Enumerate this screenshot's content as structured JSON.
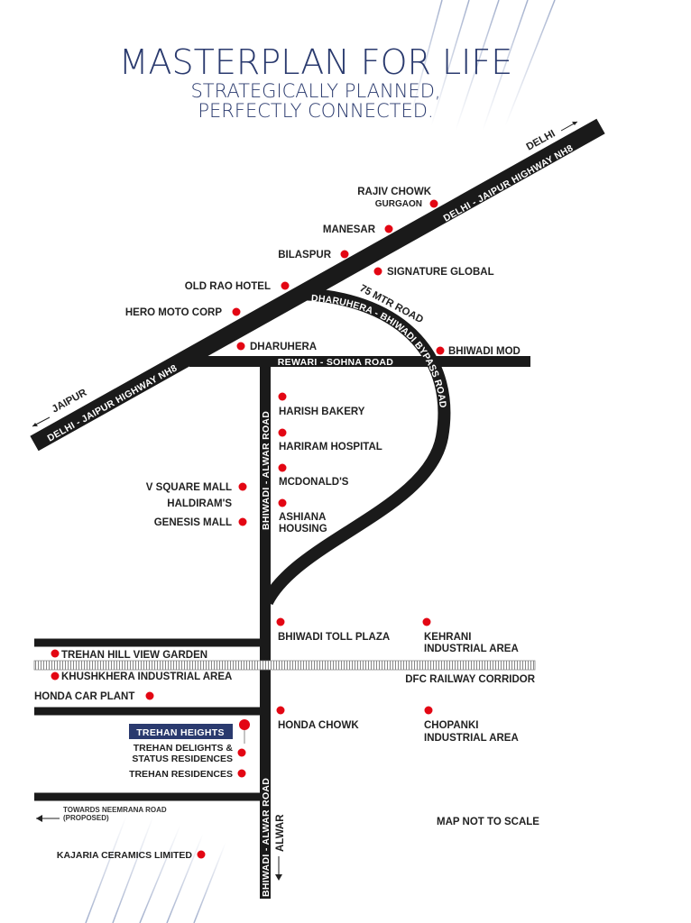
{
  "header": {
    "title": "MASTERPLAN FOR LIFE",
    "subtitle_line1": "STRATEGICALLY PLANNED,",
    "subtitle_line2": "PERFECTLY CONNECTED."
  },
  "roads": {
    "highway": "DELHI - JAIPUR HIGHWAY NH8",
    "rewari_sohna": "REWARI - SOHNA ROAD",
    "bhiwadi_alwar": "BHIWADI - ALWAR ROAD",
    "bypass": "DHARUHERA - BHIWADI BYPASS ROAD",
    "mtr_road": "75 MTR ROAD",
    "railway": "DFC RAILWAY CORRIDOR"
  },
  "directions": {
    "delhi": "DELHI",
    "jaipur": "JAIPUR",
    "alwar": "ALWAR",
    "neemrana_line1": "TOWARDS NEEMRANA ROAD",
    "neemrana_line2": "(PROPOSED)"
  },
  "landmarks": {
    "rajiv_chowk": "RAJIV CHOWK",
    "gurgaon": "GURGAON",
    "manesar": "MANESAR",
    "bilaspur": "BILASPUR",
    "signature_global": "SIGNATURE GLOBAL",
    "old_rao_hotel": "OLD RAO HOTEL",
    "hero_moto_corp": "HERO MOTO CORP",
    "dharuhera": "DHARUHERA",
    "bhiwadi_mod": "BHIWADI MOD",
    "harish_bakery": "HARISH BAKERY",
    "hariram_hospital": "HARIRAM HOSPITAL",
    "mcdonalds": "MCDONALD'S",
    "v_square_mall": "V SQUARE MALL",
    "haldirams": "HALDIRAM'S",
    "genesis_mall": "GENESIS MALL",
    "ashiana_line1": "ASHIANA",
    "ashiana_line2": "HOUSING",
    "bhiwadi_toll_plaza": "BHIWADI TOLL PLAZA",
    "kehrani_line1": "KEHRANI",
    "kehrani_line2": "INDUSTRIAL AREA",
    "trehan_hill_view": "TREHAN HILL VIEW GARDEN",
    "khushkhera": "KHUSHKHERA INDUSTRIAL AREA",
    "honda_car_plant": "HONDA CAR PLANT",
    "honda_chowk": "HONDA CHOWK",
    "chopanki_line1": "CHOPANKI",
    "chopanki_line2": "INDUSTRIAL AREA",
    "trehan_heights": "TREHAN HEIGHTS",
    "trehan_delights_line1": "TREHAN DELIGHTS &",
    "trehan_delights_line2": "STATUS RESIDENCES",
    "trehan_residences": "TREHAN RESIDENCES",
    "kajaria": "KAJARIA CERAMICS LIMITED"
  },
  "footer": {
    "note": "MAP NOT TO SCALE"
  },
  "colors": {
    "title": "#2a3a6e",
    "marker": "#e30613",
    "road": "#1a1a1a",
    "highlight_bg": "#2a3a6e"
  }
}
